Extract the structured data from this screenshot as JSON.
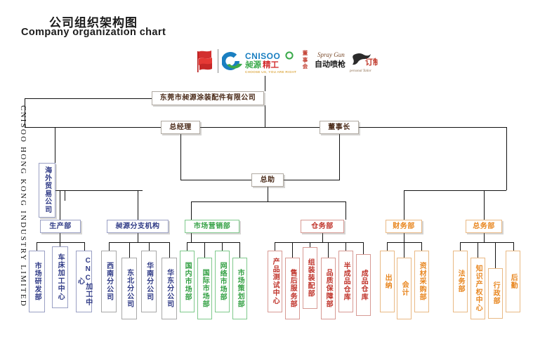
{
  "header": {
    "title_cn": "公司组织架构图",
    "title_en": "Company organization chart"
  },
  "logos": {
    "flag_icon": "cf-flag-logo",
    "brand_name": "CNISOO",
    "brand_cn": "昶源精工",
    "brand_tagline": "CHOOSE US, YOU ARE RIGHT!",
    "board_label": "董事会",
    "spray_en": "Spray Gun",
    "spray_cn": "自动喷枪",
    "spray_sub": "personal Tailor",
    "spray_mark": "订制"
  },
  "side_text": "CNISOO HONG KONG INDUSTRY LIMITED",
  "nodes": {
    "company": "东莞市昶源涂装配件有限公司",
    "general_manager": "总经理",
    "chairman": "董事长",
    "general_assistant": "总助",
    "overseas": "海外贸易公司",
    "production": "生产部",
    "branches": "昶源分支机构",
    "marketing": "市场营销部",
    "warehouse": "仓务部",
    "finance": "财务部",
    "general_affairs": "总务部"
  },
  "groups": {
    "production_children": [
      "市场研发部",
      "车床加工中心",
      "CNC加工中心"
    ],
    "branch_children": [
      "西南分公司",
      "东北分公司",
      "华南分公司",
      "华东分公司"
    ],
    "marketing_children": [
      "国内市场部",
      "国际市场部",
      "网络市场部",
      "市场策划部"
    ],
    "warehouse_children": [
      "产品测试中心",
      "售后服务部",
      "组装装配部",
      "品质保障部",
      "半成品仓库",
      "成品仓库"
    ],
    "finance_children": [
      "出纳",
      "会计",
      "资材采购部"
    ],
    "general_affairs_children": [
      "法务部",
      "知识产权中心",
      "行政部",
      "后勤"
    ]
  },
  "colors": {
    "root": "#4a2a18",
    "navy": "#2f3a86",
    "green": "#35a145",
    "red": "#c0342b",
    "orange": "#e8861f",
    "line": "#111111"
  }
}
